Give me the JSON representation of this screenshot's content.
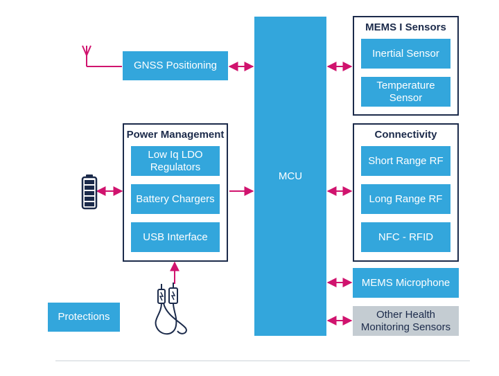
{
  "blocks": {
    "gnss": "GNSS Positioning",
    "mcu": "MCU",
    "protections": "Protections",
    "mems_microphone": "MEMS Microphone",
    "other_health": "Other Health\nMonitoring Sensors"
  },
  "power_management": {
    "title": "Power Management",
    "items": [
      "Low Iq LDO\nRegulators",
      "Battery Chargers",
      "USB Interface"
    ]
  },
  "mems_sensors": {
    "title": "MEMS I Sensors",
    "items": [
      "Inertial Sensor",
      "Temperature\nSensor"
    ]
  },
  "connectivity": {
    "title": "Connectivity",
    "items": [
      "Short Range RF",
      "Long Range RF",
      "NFC - RFID"
    ]
  },
  "icons": [
    "antenna-icon",
    "battery-icon",
    "usb-cable-icon"
  ],
  "colors": {
    "block_blue": "#33a6dc",
    "frame_navy": "#1b2a4a",
    "arrow_magenta": "#d0136e",
    "grey_block": "#c4ccd2"
  }
}
